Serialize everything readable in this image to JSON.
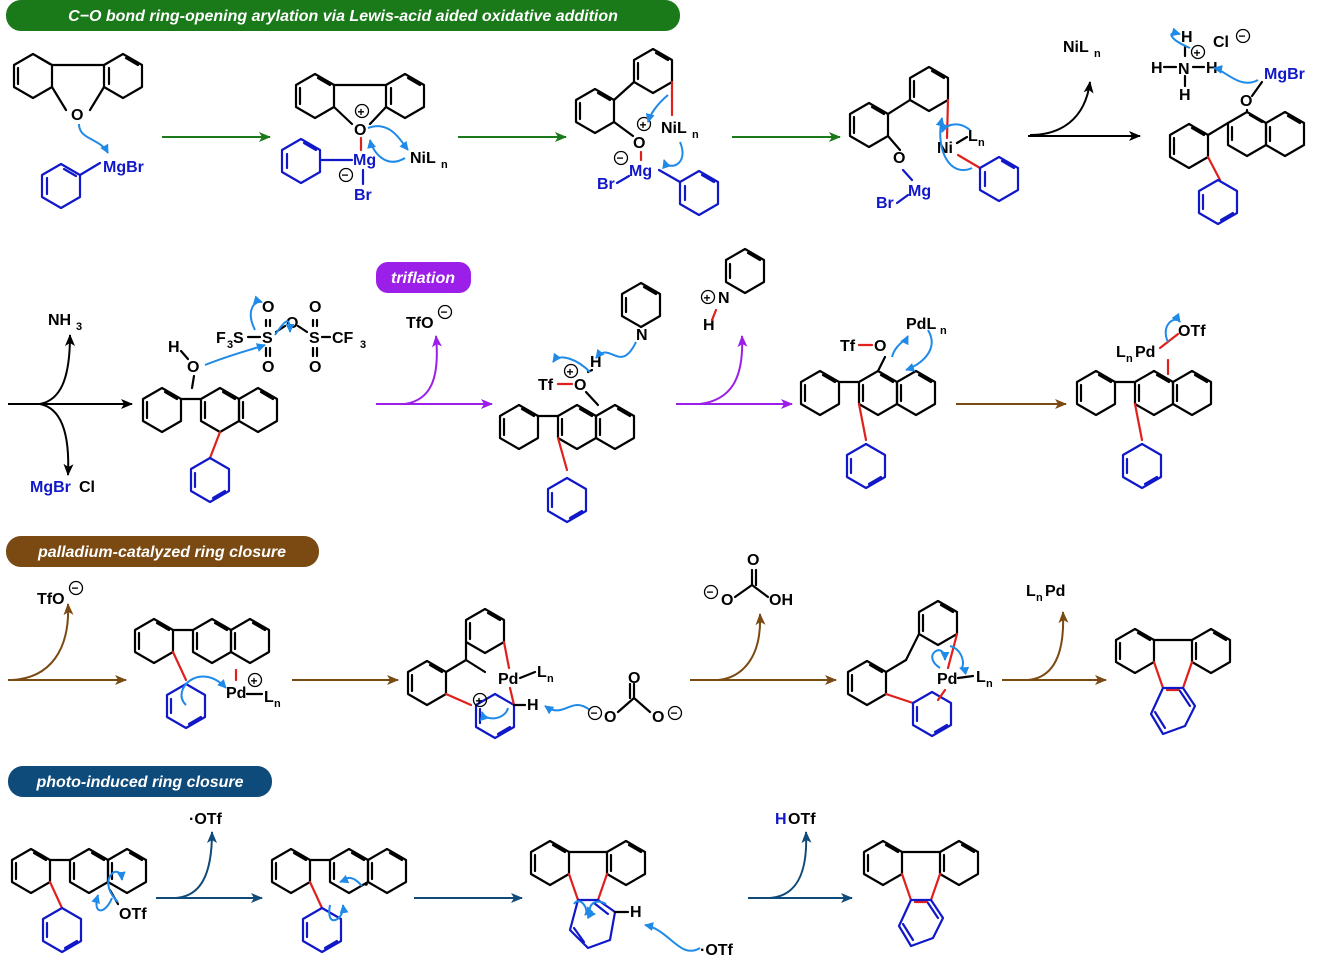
{
  "colors": {
    "green": "#1a7a1a",
    "purple": "#9b1fe8",
    "brown": "#7a4a12",
    "navy": "#0e4a7a",
    "black_bond": "#000000",
    "blue_bond": "#1018c8",
    "red_bond": "#e0201c",
    "electron_flow": "#1f8ae8"
  },
  "banners": {
    "step1": "C−O bond ring-opening arylation via Lewis-acid aided oxidative addition",
    "triflation": "triflation",
    "pd_closure": "palladium-catalyzed ring closure",
    "photo_closure": "photo-induced ring closure"
  },
  "row1": {
    "mgbr_reagent": "MgBr",
    "o_label": "O",
    "mg_label": "Mg",
    "br_label": "Br",
    "nil": "NiL",
    "ni": "Ni",
    "l": "L",
    "n": "n",
    "byproduct_nil": "NiL",
    "ammonium": "N",
    "h": "H",
    "cl_minus": "Cl",
    "plus": "+",
    "minus": "−",
    "mgbr_product": "MgBr"
  },
  "row2": {
    "nh3": "NH",
    "nh3_sub": "3",
    "mgbrcl_mgbr": "MgBr",
    "mgbrcl_cl": "Cl",
    "oh_h": "H",
    "oh_o": "O",
    "tf2o_left": "F",
    "tf2o_cf3": "CF",
    "tf2o_s": "S",
    "tf2o_o": "O",
    "three": "3",
    "tfo_minus": "TfO",
    "pyridine_n": "N",
    "tf": "Tf",
    "pdl": "PdL",
    "lnpd": "Pd",
    "otf": "OTf"
  },
  "row3": {
    "tfo_minus": "TfO",
    "pd": "Pd",
    "l": "L",
    "h": "H",
    "carbonate_o": "O",
    "bicarbonate_oh": "OH",
    "lnpd_byproduct": "Pd"
  },
  "row4": {
    "otf_radical": "·OTf",
    "otf": "OTf",
    "h": "H",
    "hotf_h": "H",
    "hotf_otf": "OTf"
  }
}
